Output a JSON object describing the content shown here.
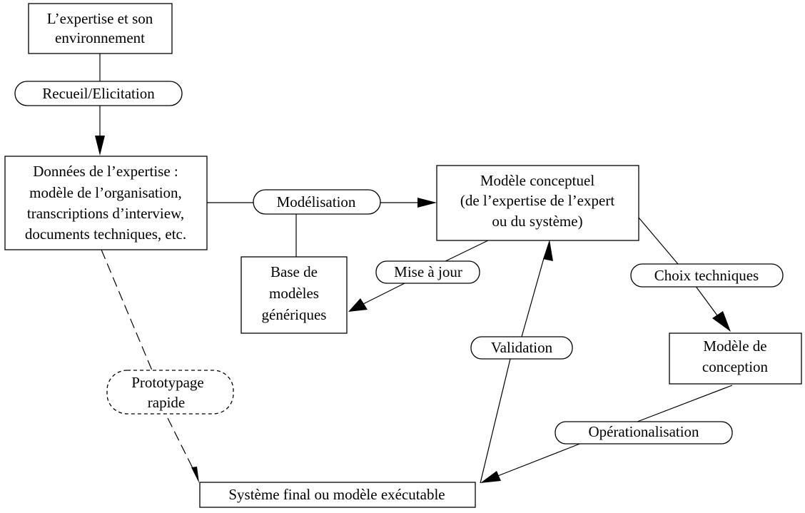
{
  "diagram": {
    "type": "flowchart",
    "language": "fr",
    "nodes": {
      "expertise_env": {
        "kind": "box",
        "lines": [
          "L’expertise et son",
          "environnement"
        ]
      },
      "recueil": {
        "kind": "edge-label",
        "lines": [
          "Recueil/Elicitation"
        ]
      },
      "donnees": {
        "kind": "box",
        "lines": [
          "Données de l’expertise :",
          "modèle de l’organisation,",
          "transcriptions d’interview,",
          "documents techniques, etc."
        ]
      },
      "modelisation": {
        "kind": "edge-label",
        "lines": [
          "Modélisation"
        ]
      },
      "modele_conceptuel": {
        "kind": "box",
        "lines": [
          "Modèle conceptuel",
          "(de l’expertise de l’expert",
          "ou du système)"
        ]
      },
      "base_modeles": {
        "kind": "box",
        "lines": [
          "Base de",
          "modèles",
          "génériques"
        ]
      },
      "mise_a_jour": {
        "kind": "edge-label",
        "lines": [
          "Mise à jour"
        ]
      },
      "choix_techniques": {
        "kind": "edge-label",
        "lines": [
          "Choix techniques"
        ]
      },
      "modele_conception": {
        "kind": "box",
        "lines": [
          "Modèle de",
          "conception"
        ]
      },
      "validation": {
        "kind": "edge-label",
        "lines": [
          "Validation"
        ]
      },
      "operationalisation": {
        "kind": "edge-label",
        "lines": [
          "Opérationalisation"
        ]
      },
      "prototypage": {
        "kind": "edge-label-dashed",
        "lines": [
          "Prototypage",
          "rapide"
        ]
      },
      "systeme_final": {
        "kind": "box",
        "lines": [
          "Système final ou modèle exécutable"
        ]
      }
    },
    "edges": [
      {
        "from": "expertise_env",
        "to": "donnees",
        "label": "recueil",
        "style": "solid"
      },
      {
        "from": "donnees",
        "to": "modele_conceptuel",
        "label": "modelisation",
        "style": "solid"
      },
      {
        "from": "modelisation",
        "to": "base_modeles",
        "style": "solid",
        "arrow": false
      },
      {
        "from": "modele_conceptuel",
        "to": "base_modeles",
        "label": "mise_a_jour",
        "style": "solid"
      },
      {
        "from": "modele_conceptuel",
        "to": "modele_conception",
        "label": "choix_techniques",
        "style": "solid"
      },
      {
        "from": "modele_conception",
        "to": "systeme_final",
        "label": "operationalisation",
        "style": "solid"
      },
      {
        "from": "systeme_final",
        "to": "modele_conceptuel",
        "label": "validation",
        "style": "solid"
      },
      {
        "from": "donnees",
        "to": "systeme_final",
        "label": "prototypage",
        "style": "dashed"
      }
    ]
  }
}
